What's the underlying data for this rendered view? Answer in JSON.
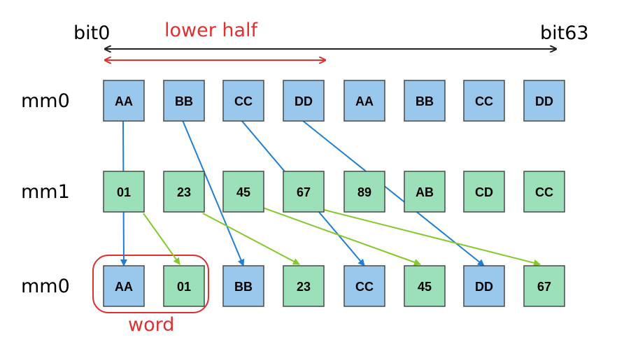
{
  "labels": {
    "bit_start": "bit0",
    "bit_end": "bit63",
    "lower_half": "lower half",
    "word": "word"
  },
  "rows": [
    {
      "name": "mm0",
      "cells": [
        "AA",
        "BB",
        "CC",
        "DD",
        "AA",
        "BB",
        "CC",
        "DD"
      ],
      "colors": [
        "blue",
        "blue",
        "blue",
        "blue",
        "blue",
        "blue",
        "blue",
        "blue"
      ]
    },
    {
      "name": "mm1",
      "cells": [
        "01",
        "23",
        "45",
        "67",
        "89",
        "AB",
        "CD",
        "CC"
      ],
      "colors": [
        "green",
        "green",
        "green",
        "green",
        "green",
        "green",
        "green",
        "green"
      ]
    },
    {
      "name": "mm0",
      "cells": [
        "AA",
        "01",
        "BB",
        "23",
        "CC",
        "45",
        "DD",
        "67"
      ],
      "colors": [
        "blue",
        "green",
        "blue",
        "green",
        "blue",
        "green",
        "blue",
        "green"
      ]
    }
  ],
  "colors": {
    "blue": "#9ac7ec",
    "green": "#9ce0b9",
    "blue_arrow": "#1f7fd4",
    "green_arrow": "#86c92a",
    "red": "#e03030",
    "black": "#222222"
  },
  "mappings": {
    "from_mm0": [
      [
        0,
        0
      ],
      [
        1,
        2
      ],
      [
        2,
        4
      ],
      [
        3,
        6
      ]
    ],
    "from_mm1": [
      [
        0,
        1
      ],
      [
        1,
        3
      ],
      [
        2,
        5
      ],
      [
        3,
        7
      ]
    ]
  }
}
